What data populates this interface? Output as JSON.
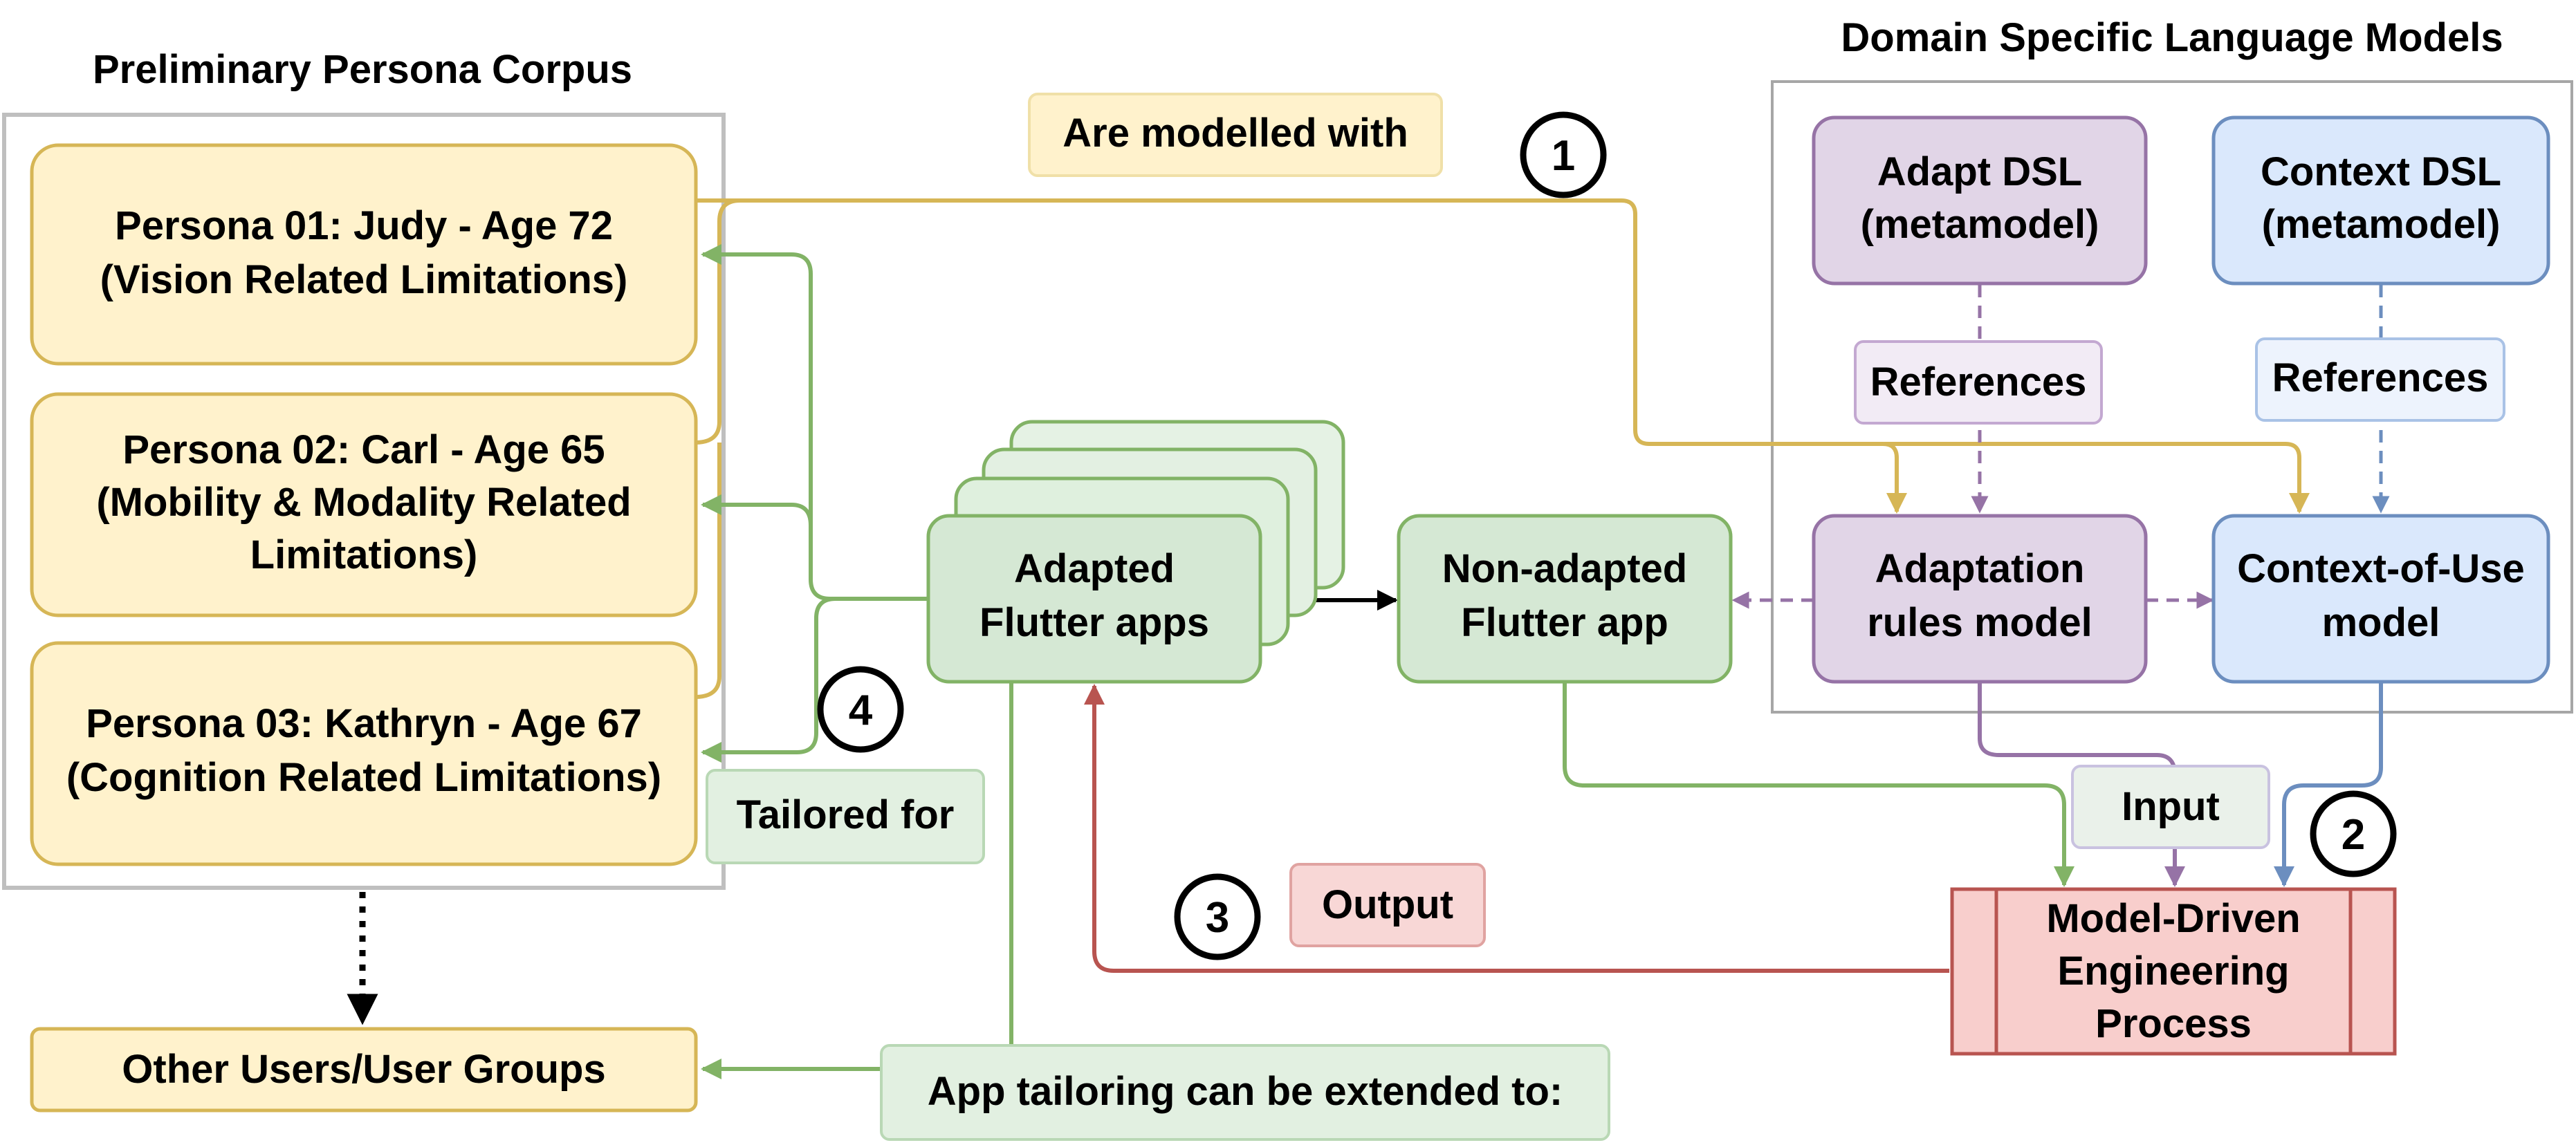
{
  "sections": {
    "corpus_title": "Preliminary Persona Corpus",
    "dsl_title": "Domain Specific Language Models"
  },
  "personas": [
    {
      "line1": "Persona 01: Judy - Age 72",
      "line2": "(Vision Related Limitations)",
      "line3": ""
    },
    {
      "line1": "Persona 02: Carl - Age 65",
      "line2": "(Mobility & Modality Related",
      "line3": "Limitations)"
    },
    {
      "line1": "Persona 03: Kathryn - Age 67",
      "line2": "(Cognition Related Limitations)",
      "line3": ""
    }
  ],
  "other_users": "Other Users/User Groups",
  "adapt_dsl": {
    "line1": "Adapt DSL",
    "line2": "(metamodel)"
  },
  "context_dsl": {
    "line1": "Context DSL",
    "line2": "(metamodel)"
  },
  "references_label": "References",
  "adaptation_rules": {
    "line1": "Adaptation",
    "line2": "rules model"
  },
  "context_of_use": {
    "line1": "Context-of-Use",
    "line2": "model"
  },
  "non_adapted": {
    "line1": "Non-adapted",
    "line2": "Flutter app"
  },
  "adapted": {
    "line1": "Adapted",
    "line2": "Flutter apps"
  },
  "mde": {
    "line1": "Model-Driven",
    "line2": "Engineering",
    "line3": "Process"
  },
  "labels": {
    "modelled_with": "Are modelled with",
    "tailored_for": "Tailored for",
    "input": "Input",
    "output": "Output",
    "extended_to": "App tailoring can be extended to:"
  },
  "steps": [
    "1",
    "2",
    "3",
    "4"
  ],
  "colors": {
    "yellow_fill": "#fff2cc",
    "yellow_stroke": "#d6b656",
    "purple_fill": "#e1d5e7",
    "purple_stroke": "#9673a6",
    "blue_fill": "#dae8fc",
    "blue_stroke": "#6c8ebf",
    "green_fill": "#d5e8d4",
    "green_stroke": "#82b366",
    "red_fill": "#f8cecc",
    "red_stroke": "#b85450",
    "gray_stroke": "#a6a6a6"
  }
}
